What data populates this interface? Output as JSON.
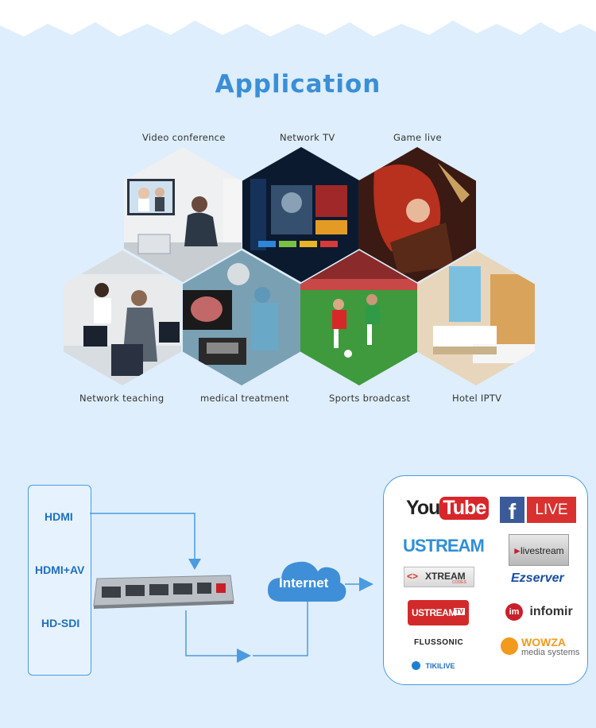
{
  "title": "Application",
  "applications": [
    {
      "label": "Video conference"
    },
    {
      "label": "Network TV"
    },
    {
      "label": "Game live"
    },
    {
      "label": "Network teaching"
    },
    {
      "label": "medical treatment"
    },
    {
      "label": "Sports broadcast"
    },
    {
      "label": "Hotel IPTV"
    }
  ],
  "inputs": [
    "HDMI",
    "HDMI+AV",
    "HD-SDI"
  ],
  "cloud_label": "Internet",
  "platforms": {
    "youtube": {
      "you": "You",
      "tube": "Tube"
    },
    "facebook": {
      "f": "f",
      "live": "LIVE"
    },
    "ustream": "USTREAM",
    "livestream": "livestream",
    "xtream": {
      "mark": "<>",
      "name": "XTREAM",
      "sub": "CODES"
    },
    "ezserver": "Ezserver",
    "ustreamtv": {
      "name": "USTREAM",
      "tv": "TV"
    },
    "infomir": {
      "mark": "im",
      "name": "infomir"
    },
    "flussonic": "FLUSSONIC",
    "wowza": {
      "name": "WOWZA",
      "sub": "media systems"
    },
    "tikilive": "TIKILIVE"
  },
  "colors": {
    "accent": "#3a8fd6",
    "line": "#4b9be0",
    "background": "#deeefc"
  }
}
